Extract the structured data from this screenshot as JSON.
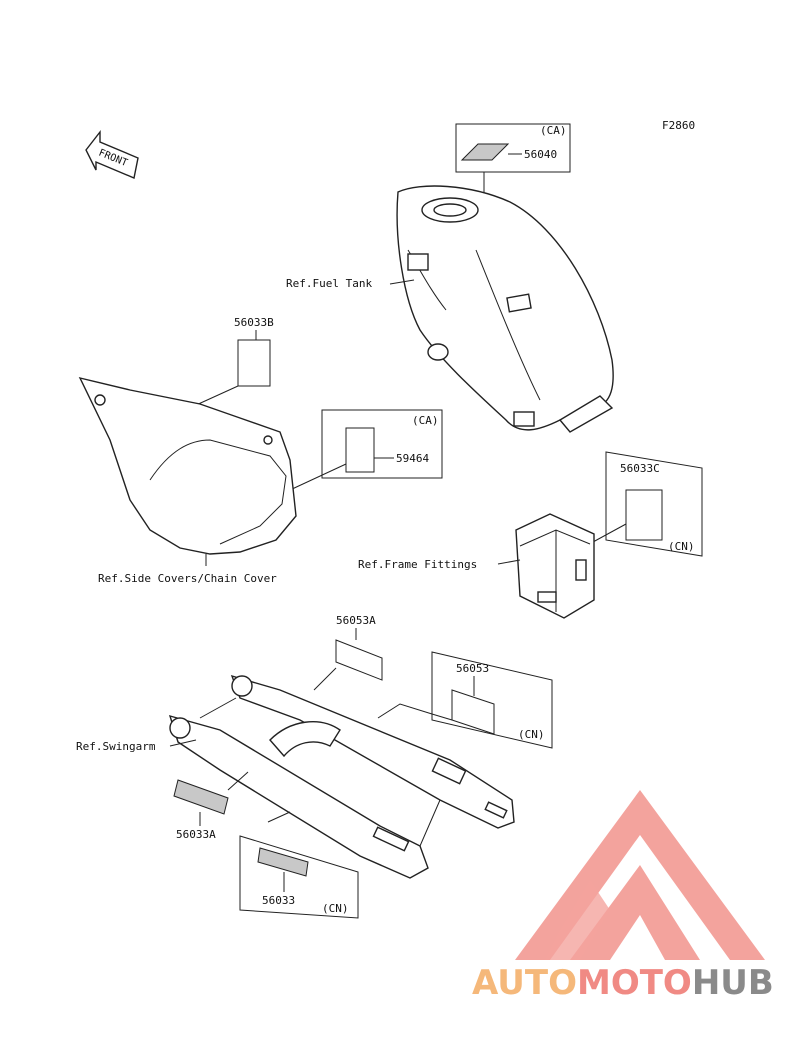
{
  "figure_code": "F2860",
  "front_marker": "FRONT",
  "labels": {
    "fuel_tank_decal": "56040",
    "fuel_tank_ca": "(CA)",
    "fuel_tank_ref": "Ref.Fuel Tank",
    "side_cover_decal": "56033B",
    "side_cover_decal2": "59464",
    "side_cover_ca": "(CA)",
    "side_cover_ref": "Ref.Side Covers/Chain Cover",
    "frame_decal": "56033C",
    "frame_cn": "(CN)",
    "frame_ref": "Ref.Frame Fittings",
    "swingarm_decal_a": "56053A",
    "swingarm_decal": "56053",
    "swingarm_cn": "(CN)",
    "swingarm_ref": "Ref.Swingarm",
    "swingarm_decal_lower_a": "56033A",
    "swingarm_decal_lower": "56033",
    "swingarm_lower_cn": "(CN)"
  },
  "watermark": {
    "part1": "AUTO",
    "part2": "MOTO",
    "part3": "HUB",
    "color1": "#f5b87a",
    "color2": "#f08a84",
    "color3": "#8a8a8a",
    "logo_color": "#f2948d"
  }
}
